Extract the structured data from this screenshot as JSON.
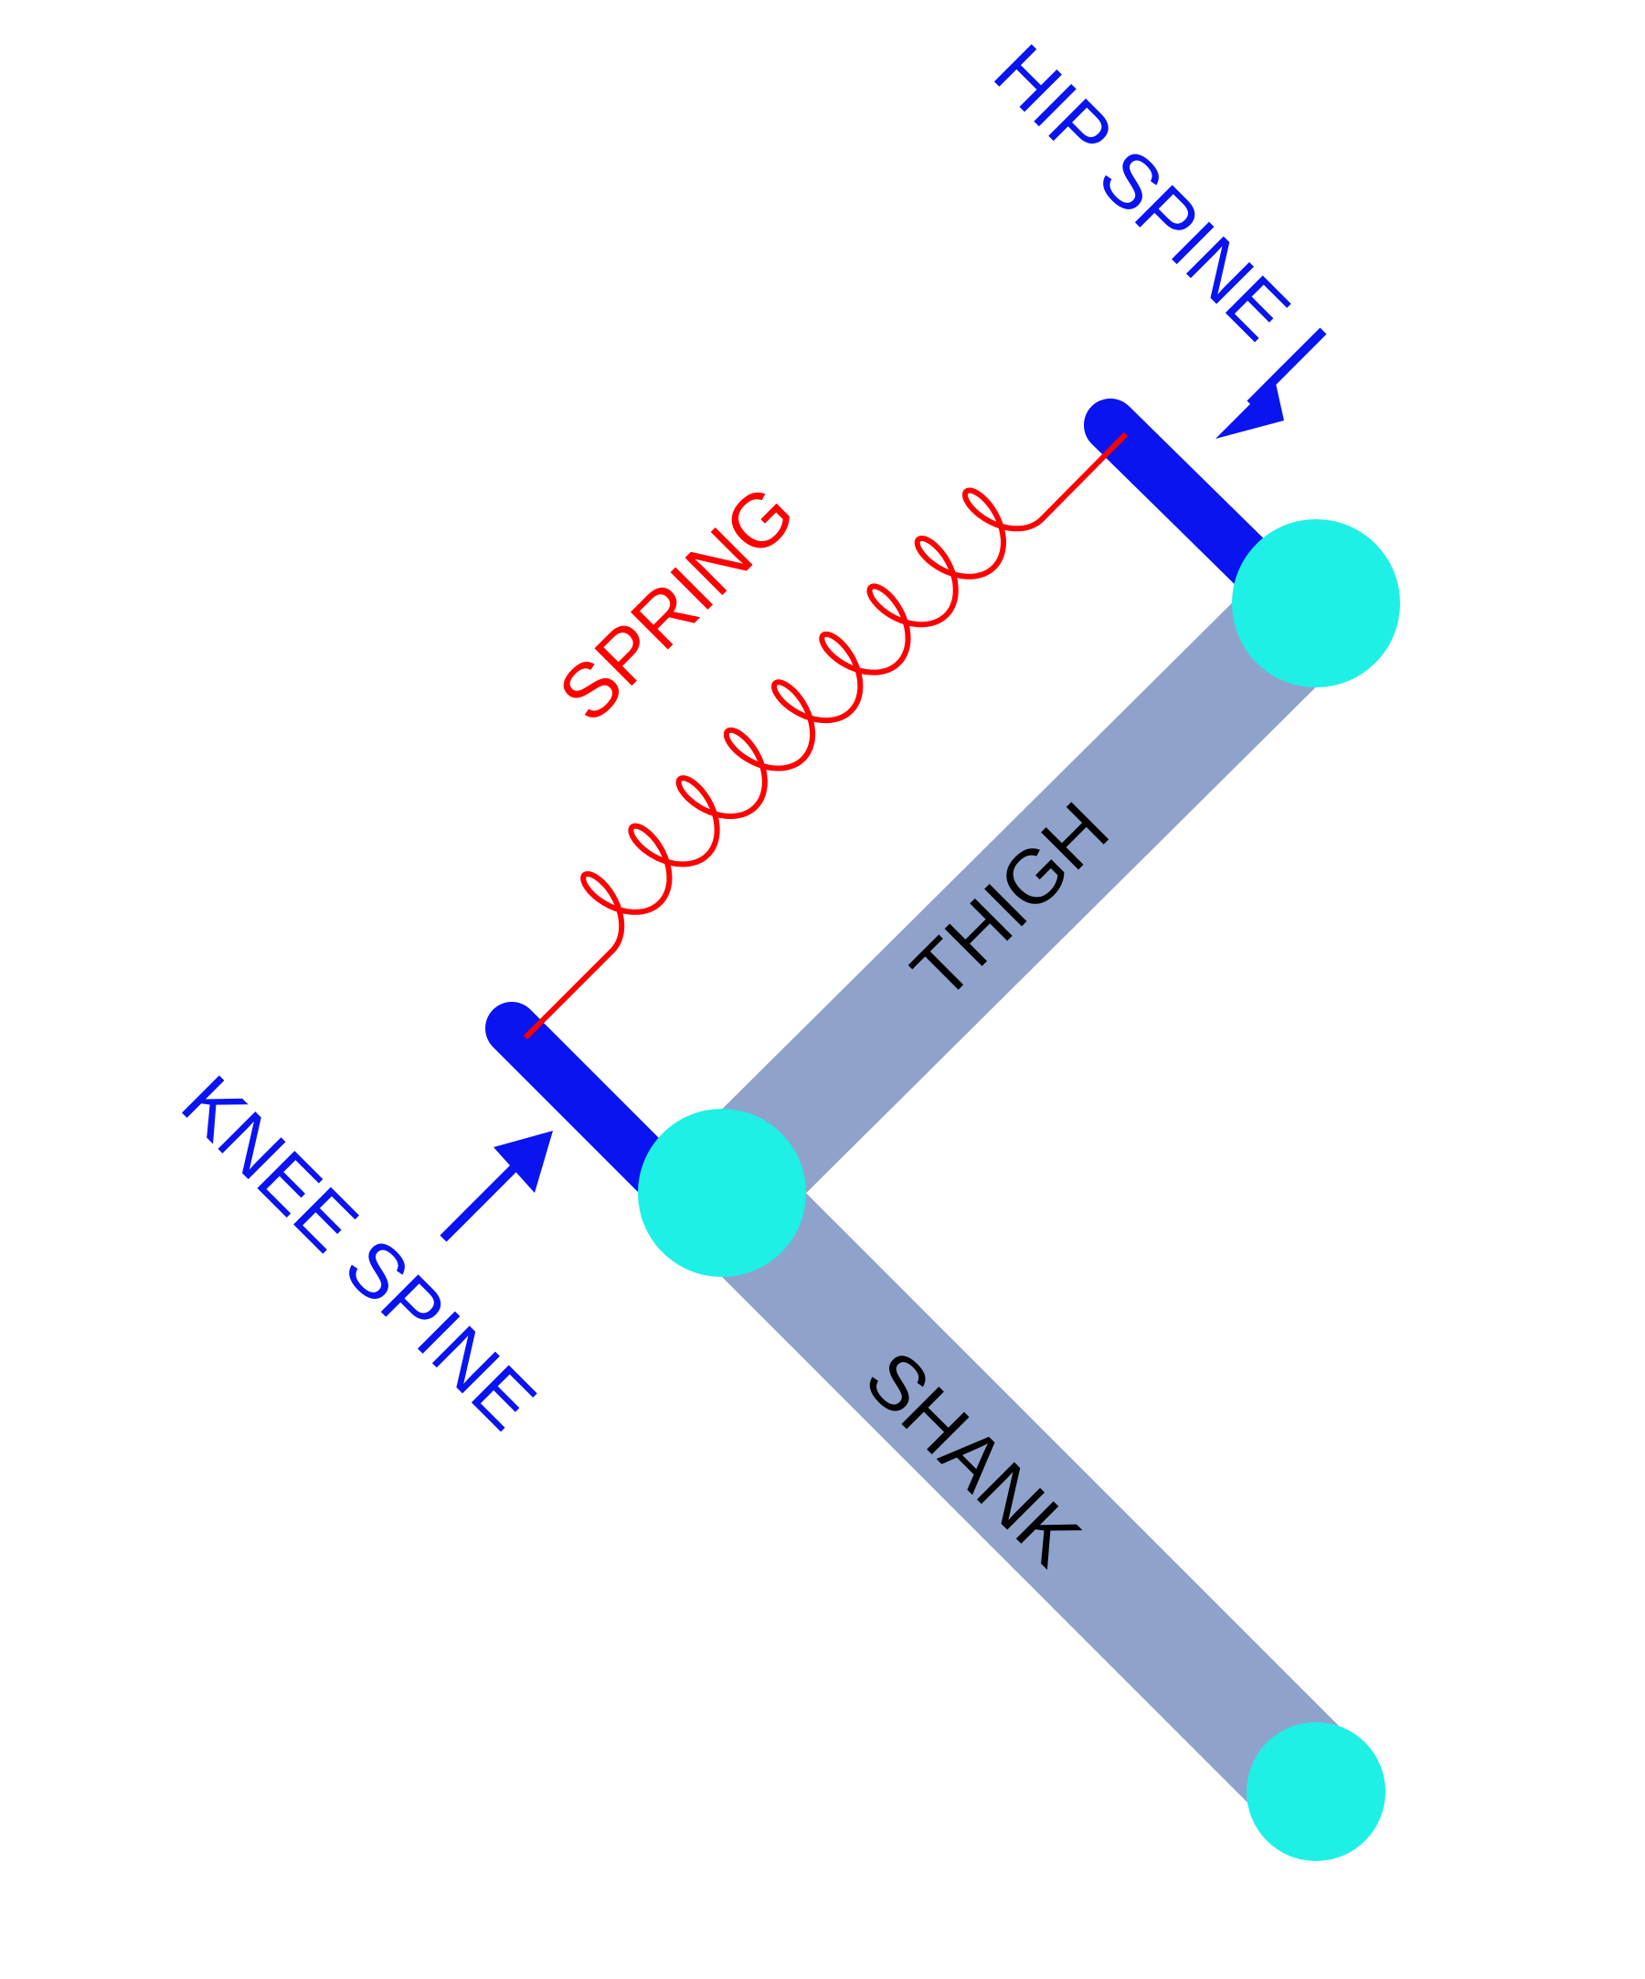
{
  "labels": {
    "hip_spine": "HIP SPINE",
    "knee_spine": "KNEE SPINE",
    "spring": "SPRING",
    "thigh": "THIGH",
    "shank": "SHANK"
  },
  "colors": {
    "segment": "#8fa2cb",
    "joint": "#1ef0e6",
    "spine": "#0a14f0",
    "spring": "#ff0000",
    "segment_label": "#000000",
    "background": "#ffffff"
  }
}
